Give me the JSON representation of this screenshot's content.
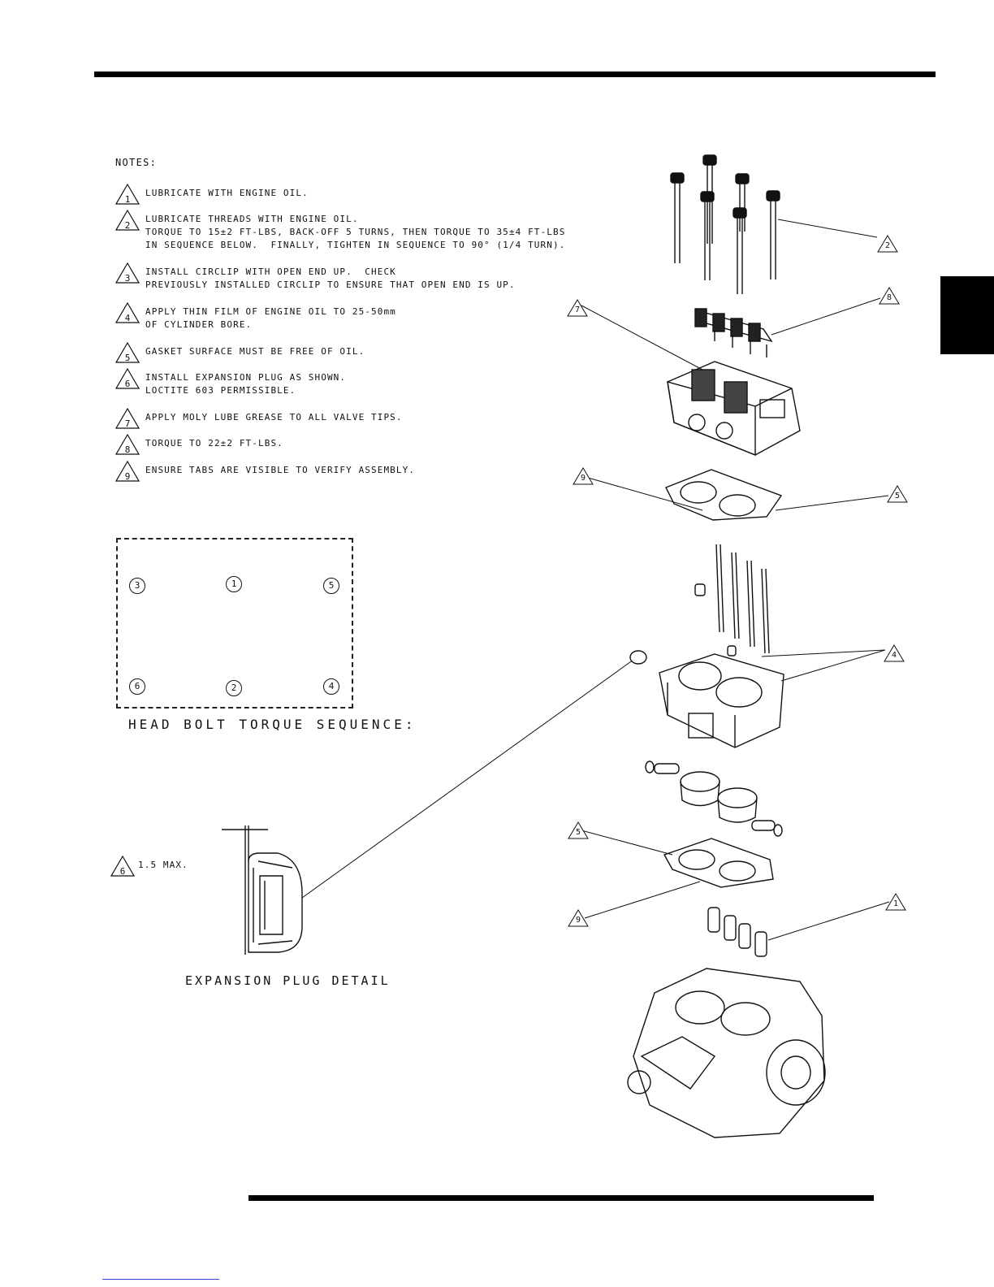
{
  "notes": {
    "title": "NOTES:",
    "items": [
      {
        "num": "1",
        "lines": [
          "LUBRICATE WITH ENGINE OIL."
        ]
      },
      {
        "num": "2",
        "lines": [
          "LUBRICATE THREADS WITH ENGINE OIL.",
          "TORQUE TO 15±2 FT-LBS, BACK-OFF 5 TURNS, THEN TORQUE TO 35±4 FT-LBS",
          "IN SEQUENCE BELOW.  FINALLY, TIGHTEN IN SEQUENCE TO 90° (1/4 TURN)."
        ]
      },
      {
        "num": "3",
        "lines": [
          "INSTALL CIRCLIP WITH OPEN END UP.  CHECK",
          "PREVIOUSLY INSTALLED CIRCLIP TO ENSURE THAT OPEN END IS UP."
        ]
      },
      {
        "num": "4",
        "lines": [
          "APPLY THIN FILM OF ENGINE OIL TO 25-50mm",
          "OF CYLINDER BORE."
        ]
      },
      {
        "num": "5",
        "lines": [
          "GASKET SURFACE MUST BE FREE OF OIL."
        ]
      },
      {
        "num": "6",
        "lines": [
          "INSTALL EXPANSION PLUG AS SHOWN.",
          "LOCTITE 603 PERMISSIBLE."
        ]
      },
      {
        "num": "7",
        "lines": [
          "APPLY MOLY LUBE GREASE TO ALL VALVE TIPS."
        ]
      },
      {
        "num": "8",
        "lines": [
          "TORQUE TO 22±2 FT-LBS."
        ]
      },
      {
        "num": "9",
        "lines": [
          "ENSURE TABS ARE VISIBLE TO VERIFY ASSEMBLY."
        ]
      }
    ]
  },
  "torque_sequence": {
    "caption": "HEAD BOLT TORQUE SEQUENCE:",
    "bolts": [
      "3",
      "1",
      "5",
      "6",
      "2",
      "4"
    ]
  },
  "expansion_plug": {
    "note_num": "6",
    "note_text": "1.5 MAX.",
    "caption": "EXPANSION PLUG DETAIL"
  },
  "callouts": {
    "head_bolts": "2",
    "rocker_arms": "8",
    "valve_tips": "7",
    "head_gasket_tabs": "9",
    "head_gasket_surface": "5",
    "cylinder_bore": "4",
    "base_gasket_surface": "5",
    "base_gasket_tabs": "9",
    "lifters": "1"
  }
}
